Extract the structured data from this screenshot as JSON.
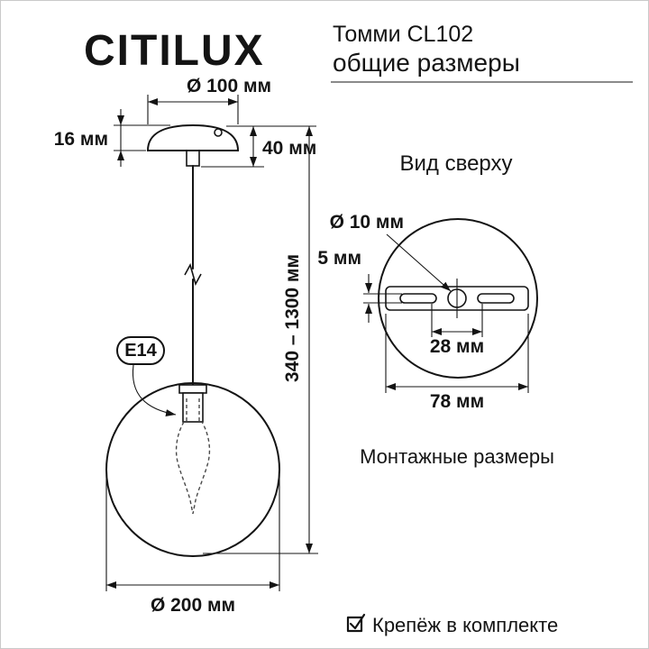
{
  "header": {
    "logo": "CITILUX",
    "model": "Томми CL102",
    "subtitle": "общие размеры"
  },
  "side_view": {
    "canopy_diameter": "Ø 100 мм",
    "canopy_rim_height": "16 мм",
    "canopy_height": "40 мм",
    "height_range": "340 – 1300 мм",
    "socket": "E14",
    "shade_diameter": "Ø 200 мм"
  },
  "top_view": {
    "title": "Вид сверху",
    "hole_diameter": "Ø 10 мм",
    "slot_height": "5 мм",
    "hole_spacing": "28 мм",
    "plate_width": "78 мм",
    "caption": "Монтажные размеры"
  },
  "footer": {
    "note": "Крепёж в комплекте"
  },
  "colors": {
    "line": "#141414",
    "background": "#ffffff",
    "border": "#c9c9c9"
  }
}
